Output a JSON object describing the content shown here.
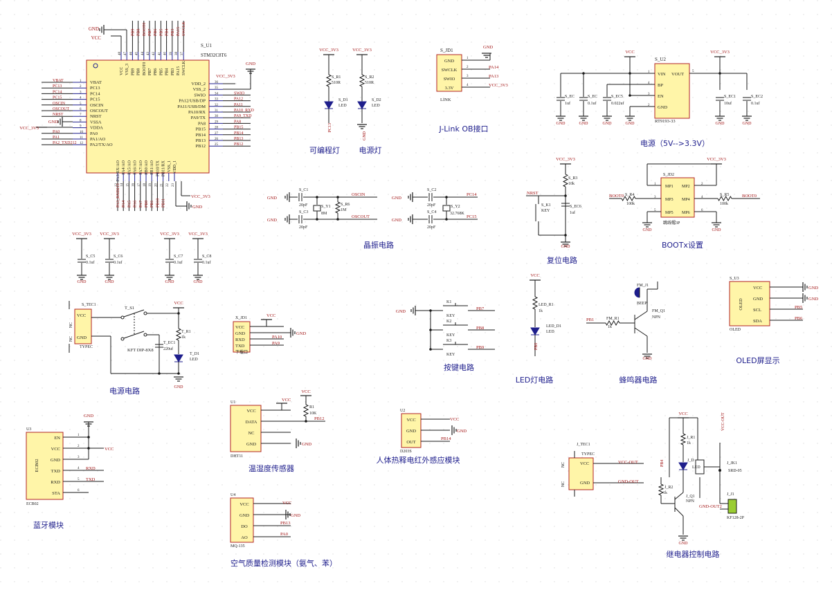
{
  "colors": {
    "wire": "#1a1a1a",
    "netlabel": "#a01010",
    "pin": "#1e1e8c",
    "body_fill": "#fff5a8",
    "body_stroke": "#b22222",
    "section_title": "#1e1e8c",
    "dot_grid": "#dcdcdc",
    "led_fill": "#1e1e8c",
    "connector_fill": "#9acd32"
  },
  "mcu": {
    "ref": "S_U1",
    "part": "STM32C8T6",
    "top_pins": [
      "VCC",
      "VSS_3",
      "PB9",
      "PB8",
      "BOOT0",
      "PB7",
      "PB6",
      "PB5",
      "PB4",
      "PB3",
      "PA15",
      "SWCLK"
    ],
    "top_pin_nums": [
      "48",
      "47",
      "46",
      "45",
      "44",
      "43",
      "42",
      "41",
      "40",
      "39",
      "38",
      "37"
    ],
    "top_nets": [
      "PB9",
      "PB8",
      "BOOT0",
      "PB7",
      "PB6",
      "PB5",
      "PB4",
      "PB3",
      "PA15",
      "SWCLK"
    ],
    "left_pins": [
      "VBAT",
      "PC13",
      "PC14",
      "PC15",
      "OSCIN",
      "OSCOUT",
      "NRST",
      "VSSA",
      "VDDA",
      "PA0",
      "PA1/AO",
      "PA2/TX/AO"
    ],
    "left_pin_nums": [
      "1",
      "2",
      "3",
      "4",
      "5",
      "6",
      "7",
      "8",
      "9",
      "10",
      "11",
      "12"
    ],
    "left_nets": [
      "VBAT",
      "PC13",
      "PC14",
      "PC15",
      "OSCIN",
      "OSCOUT",
      "NRST",
      "GND",
      "VCC_3V3",
      "PA0",
      "PA1",
      "PA2_TXD212"
    ],
    "right_pins": [
      "VDD_2",
      "VSS_2",
      "SWIO",
      "PA12/USB/DP",
      "PA11/USB/DM",
      "PA10/RX",
      "PA9/TX",
      "PA8",
      "PB15",
      "PB14",
      "PB13",
      "PB12"
    ],
    "right_pin_nums": [
      "36",
      "35",
      "34",
      "33",
      "32",
      "31",
      "30",
      "29",
      "28",
      "27",
      "26",
      "25"
    ],
    "right_nets": [
      "VCC_3V3",
      "",
      "SWIO",
      "PA12",
      "PA11",
      "PA10_RXD",
      "PA9_TXD",
      "PA8",
      "PB15",
      "PB14",
      "PB13",
      "PB12"
    ],
    "bottom_pins": [
      "PA3/RX/AO",
      "PA4/AO",
      "PA5/AO",
      "PA6/AO",
      "PA7/AO",
      "PB0/AO",
      "PB1/AO",
      "PB10/TX",
      "PB11/RX",
      "VSS_1",
      "VDD_1"
    ],
    "bottom_pin_nums": [
      "13",
      "14",
      "15",
      "16",
      "17",
      "18",
      "19",
      "20",
      "21",
      "22",
      "23",
      "24"
    ],
    "bottom_nets": [
      "PA3_RXD213",
      "PA4",
      "PA5",
      "PA6",
      "PA7",
      "PB0",
      "PB1",
      "PB10",
      "PB11"
    ],
    "gnd": "GND",
    "vcc": "VCC",
    "vcc3v3": "VCC_3V3"
  },
  "leds": {
    "vcc1": "VCC_3V3",
    "vcc2": "VCC_3V3",
    "r1_ref": "S_R1",
    "r1_val": "510R",
    "r2_ref": "S_R2",
    "r2_val": "510R",
    "d1_ref": "S_D1",
    "d1_val": "LED",
    "d2_ref": "S_D2",
    "d2_val": "LED",
    "net_pc13": "PC13",
    "gnd": "GND",
    "title1": "可编程灯",
    "title2": "电源灯"
  },
  "jlink": {
    "ref": "S_JD1",
    "part": "LINK",
    "pins": [
      "GND",
      "SWCLK",
      "SWIO",
      "3.3V"
    ],
    "nums": [
      "1",
      "2",
      "3",
      "4"
    ],
    "nets": [
      "PA14",
      "PA13",
      "VCC_3V3"
    ],
    "gnd": "GND",
    "title": "J-Link OB接口"
  },
  "power": {
    "ref": "S_U2",
    "part": "RT9193-33",
    "pins_left": [
      "VIN",
      "BP",
      "EN",
      "GND"
    ],
    "pin_right": "VOUT",
    "nums_left": [
      "1",
      "4",
      "3",
      "2"
    ],
    "num_right": "5",
    "vcc": "VCC",
    "vcc3v3": "VCC_3V3",
    "caps": [
      {
        "ref": "S_EC",
        "val": "1uf"
      },
      {
        "ref": "S_EC",
        "val": "0.1uf"
      },
      {
        "ref": "S_EC5",
        "val": "0.022uf"
      },
      {
        "ref": "S_EC1",
        "val": "10uf"
      },
      {
        "ref": "S_EC2",
        "val": "0.1uf"
      }
    ],
    "gnd": "GND",
    "title": "电源（5V-->3.3V）"
  },
  "crystal": {
    "c1": "S_C1",
    "c2": "S_C3",
    "y1": "S_Y1",
    "r6": "S_R6",
    "c_val": "20pF",
    "y1_val": "8M",
    "r6_val": "1M",
    "oscin": "OSCIN",
    "oscout": "OSCOUT",
    "c3": "S_C2",
    "c4": "S_C4",
    "y2": "S_Y2",
    "y2_val": "32.768K",
    "pc14": "PC14",
    "pc15": "PC15",
    "gnd": "GND",
    "title": "晶振电路"
  },
  "reset": {
    "vcc3v3": "VCC_3V3",
    "r3": "S_R3",
    "r3_val": "10k",
    "k1": "S_K1",
    "k1_val": "KEY",
    "ec6": "S_EC6",
    "ec6_val": "1uf",
    "nrst": "NRST",
    "gnd": "GND",
    "title": "复位电路"
  },
  "boot": {
    "vcc3v3": "VCC_3V3",
    "ref": "S_JD2",
    "part": "跳线帽3P",
    "pins": [
      "MP1",
      "MP2",
      "MP3",
      "MP4",
      "MP5",
      "MP6"
    ],
    "nums": [
      "1",
      "2",
      "3",
      "4",
      "5",
      "6"
    ],
    "r4": "S_R4",
    "r5": "S_R5",
    "r_val": "100k",
    "boot0": "BOOT0",
    "boot1": "BOOT0",
    "gnd": "GND",
    "title": "BOOTx设置"
  },
  "decoupling": {
    "vcc3v3": "VCC_3V3",
    "caps": [
      {
        "ref": "S_C5",
        "val": "0.1uf"
      },
      {
        "ref": "S_C6",
        "val": "0.1uf"
      },
      {
        "ref": "S_C7",
        "val": "0.1uf"
      },
      {
        "ref": "S_C8",
        "val": "0.1uf"
      }
    ],
    "gnd": "GND"
  },
  "usbpower": {
    "ref": "S_TEC1",
    "part": "TYPEC",
    "pins": [
      "VCC",
      "GND"
    ],
    "nc": "NC",
    "sw": "T_S1",
    "sw_part": "KFT DIP-8X8",
    "r1": "T_R1",
    "r1_val": "1k",
    "ec": "T_EC1",
    "ec_val": "220uf",
    "d1": "T_D1",
    "d1_val": "LED",
    "vcc": "VCC",
    "gnd": "GND",
    "title": "电源电路"
  },
  "download": {
    "ref": "X_JD1",
    "part": "下载口",
    "pins": [
      "VCC",
      "GND",
      "RXD",
      "TXD"
    ],
    "nets": [
      "PA10",
      "PA9"
    ],
    "vcc": "VCC",
    "gnd": "GND"
  },
  "keys": {
    "gnd": "GND",
    "k": [
      {
        "ref": "K1",
        "val": "KEY",
        "net": "PB7"
      },
      {
        "ref": "K2",
        "val": "KEY",
        "net": "PB8"
      },
      {
        "ref": "K3",
        "val": "KEY",
        "net": "PB9"
      }
    ],
    "title": "按键电路"
  },
  "ledcircuit": {
    "vcc": "VCC",
    "r1": "LED_R1",
    "r1_val": "1k",
    "d1": "LED_D1",
    "d1_val": "LED",
    "net": "PB0",
    "title": "LED灯电路"
  },
  "buzzer": {
    "ref": "FM_J1",
    "part": "BEEP",
    "r1": "FM_R1",
    "r1_val": "1k",
    "net": "PB1",
    "q1": "FM_Q1",
    "q1_val": "NPN",
    "gnd": "GND",
    "title": "蜂鸣器电路"
  },
  "oled": {
    "ref": "S_U3",
    "body": "OLED",
    "part": "OLED",
    "pins": [
      "VCC",
      "GND",
      "SCL",
      "SDA"
    ],
    "nets": [
      "PB5",
      "PB6"
    ],
    "gnd": "GND",
    "title": "OLED屏显示"
  },
  "bluetooth": {
    "ref": "U3",
    "part": "ECB02",
    "pins": [
      "EN",
      "VCC",
      "GND",
      "TXD",
      "RXD",
      "STA"
    ],
    "nums": [
      "1",
      "2",
      "3",
      "4",
      "5",
      "6"
    ],
    "nets": [
      "VCC",
      "RXD",
      "TXD"
    ],
    "gnd": "GND",
    "title": "蓝牙模块"
  },
  "dht": {
    "ref": "U1",
    "part": "DHT11",
    "pins": [
      "VCC",
      "DATA",
      "NC",
      "GND"
    ],
    "r": "R1",
    "r_val": "10K",
    "net": "PB12",
    "vcc": "VCC",
    "gnd": "GND",
    "title": "温湿度传感器"
  },
  "pir": {
    "ref": "U2",
    "part": "D203S",
    "pins": [
      "VCC",
      "GND",
      "OUT"
    ],
    "net": "PB14",
    "vcc": "VCC",
    "gnd": "GND",
    "title": "人体热释电红外感应模块"
  },
  "mq": {
    "ref": "U4",
    "part": "MQ-135",
    "pins": [
      "VCC",
      "GND",
      "DO",
      "AO"
    ],
    "nets": [
      "PB13",
      "PA0"
    ],
    "vcc": "VCC",
    "gnd": "GND",
    "title": "空气质量检测模块（氨气、苯）"
  },
  "typec2": {
    "ref": "J_TEC1",
    "part": "TYPEC",
    "pins": [
      "VCC",
      "GND"
    ],
    "nets": [
      "VCC-OUT",
      "GND-OUT"
    ]
  },
  "relay": {
    "vcc": "VCC",
    "vcc_out": "VCC-OUT",
    "r1": "J_R1",
    "r1_val": "1k",
    "d": "J_D",
    "d_val": "LED",
    "jk1": "J_JK1",
    "jk1_val": "SRD-05",
    "pb": "PB4",
    "r2": "J_R2",
    "r2_val": "1k",
    "q1": "J_Q1",
    "q1_val": "NPN",
    "j1": "J_J1",
    "j1_val": "KF128-2P",
    "gnd_out": "GND-OUT2",
    "gnd": "GND",
    "title": "继电器控制电路"
  }
}
